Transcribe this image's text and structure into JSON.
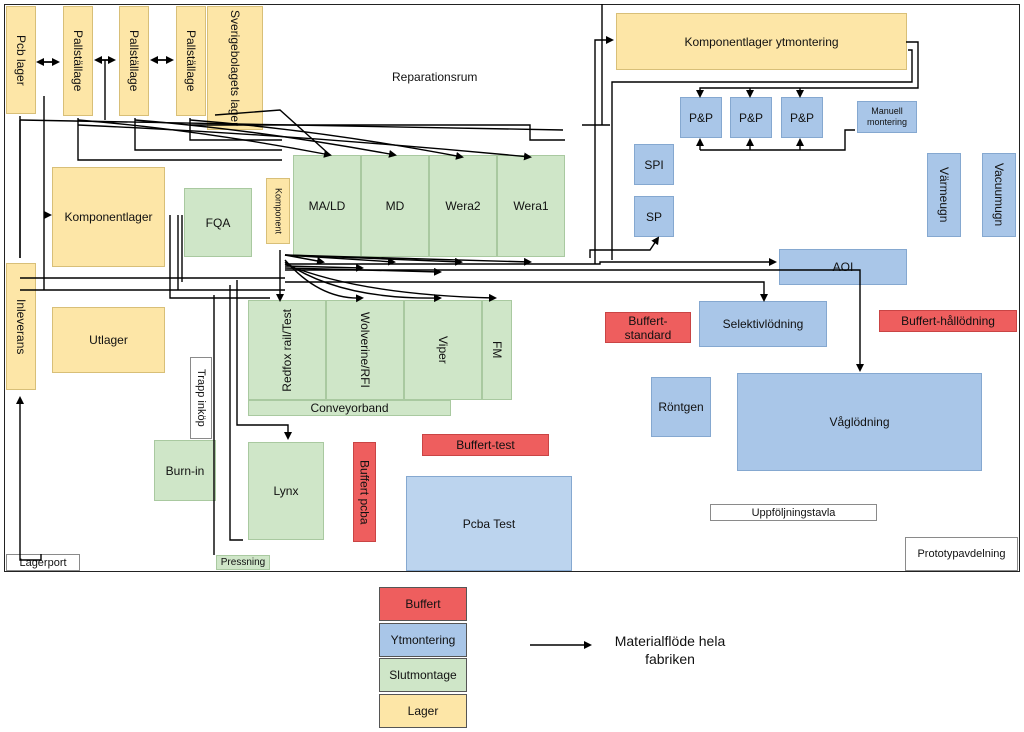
{
  "layout": {
    "repair_room": "Reparationsrum",
    "lagerport": "Lagerport",
    "pressning": "Pressning",
    "prototyp": "Prototypavdelning",
    "uppfoljning": "Uppföljningstavla",
    "trapp": "Trapp inköp"
  },
  "areas": {
    "pcb_lager": "Pcb lager",
    "pallstallage": "Pallställage",
    "systembolaget": "Sverigebolagets lager",
    "komponentlager": "Komponentlager",
    "fqa": "FQA",
    "komponent": "Komponent",
    "inleverans": "Inleverans",
    "utlager": "Utlager",
    "maldd": "MA/LD",
    "md": "MD",
    "wera2": "Wera2",
    "wera1": "Wera1",
    "redfox": "Redfox rail/Test",
    "wolverine": "Wolverine/RFI",
    "viper": "Viper",
    "fm": "FM",
    "conveyorband": "Conveyorband",
    "burnin": "Burn-in",
    "lynx": "Lynx",
    "buffert_pcba": "Buffert pcba",
    "buffert_test": "Buffert-test",
    "pcba_test": "Pcba Test",
    "komponentlager_yt": "Komponentlager ytmontering",
    "pp1": "P&P",
    "pp2": "P&P",
    "pp3": "P&P",
    "manuell": "Manuell montering",
    "spi": "SPI",
    "sp": "SP",
    "varmeugn": "Värmeugn",
    "vacuumugn": "Vacuumugn",
    "aoi": "AOI",
    "buffert_standard": "Buffert-standard",
    "selektiv": "Selektivlödning",
    "buffert_hall": "Buffert-hållödning",
    "rontgen": "Röntgen",
    "vaglodning": "Våglödning"
  },
  "legend": {
    "items": [
      {
        "label": "Buffert",
        "color": "#ee5e5e"
      },
      {
        "label": "Ytmontering",
        "color": "#a9c6e8"
      },
      {
        "label": "Slutmontage",
        "color": "#cfe6c8"
      },
      {
        "label": "Lager",
        "color": "#fde6a7"
      }
    ],
    "arrow_text_line1": "Materialflöde hela",
    "arrow_text_line2": "fabriken"
  },
  "colors": {
    "buffert": "#ee5e5e",
    "ytmontering": "#a9c6e8",
    "slutmontage": "#cfe6c8",
    "lager": "#fde6a7"
  }
}
